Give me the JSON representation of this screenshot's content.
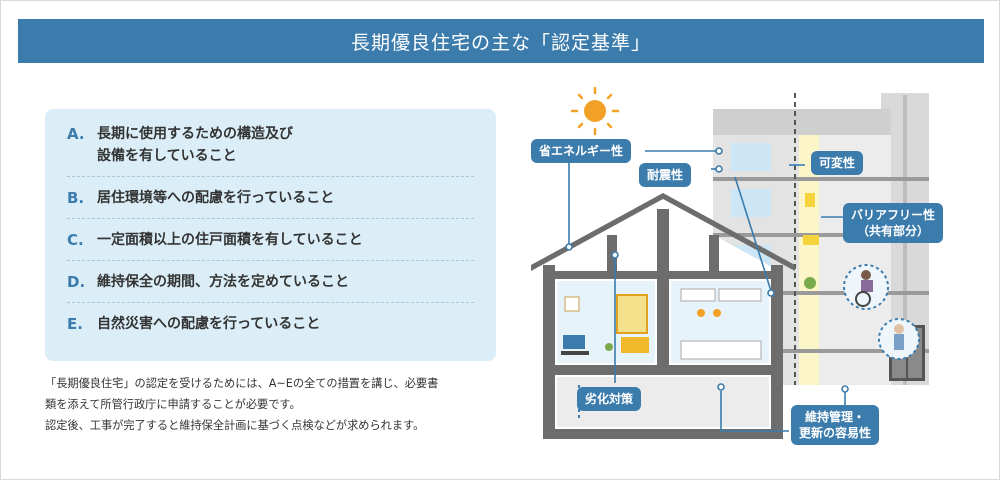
{
  "title": "長期優良住宅の主な「認定基準」",
  "criteria": [
    {
      "letter": "A.",
      "line1": "長期に使用するための構造及び",
      "line2": "設備を有していること"
    },
    {
      "letter": "B.",
      "line1": "居住環境等への配慮を行っていること"
    },
    {
      "letter": "C.",
      "line1": "一定面積以上の住戸面積を有していること"
    },
    {
      "letter": "D.",
      "line1": "維持保全の期間、方法を定めていること"
    },
    {
      "letter": "E.",
      "line1": "自然災害への配慮を行っていること"
    }
  ],
  "note": [
    "「長期優良住宅」の認定を受けるためには、A~Eの全ての措置を講じ、必要書",
    "類を添えて所管行政庁に申請することが必要です。",
    "認定後、工事が完了すると維持保全計画に基づく点検などが求められます。"
  ],
  "labels": {
    "energy": "省エネルギー性",
    "seismic": "耐震性",
    "variable": "可変性",
    "barrier_free_1": "バリアフリー性",
    "barrier_free_2": "（共有部分）",
    "deterioration": "劣化対策",
    "maintenance_1": "維持管理・",
    "maintenance_2": "更新の容易性"
  },
  "colors": {
    "accent": "#3b7cad",
    "panel": "#dbeef8",
    "wall": "#6d6d6d",
    "room": "#e6f3fb",
    "shaft": "#fbf5c8"
  }
}
